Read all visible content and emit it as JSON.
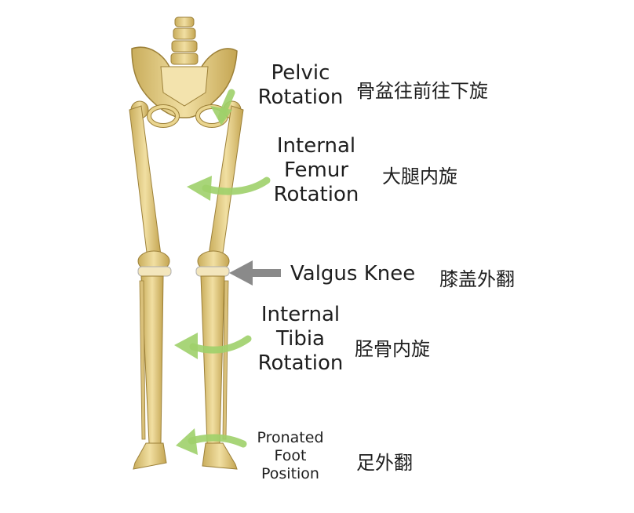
{
  "labels": {
    "pelvic": {
      "en": [
        "Pelvic",
        "Rotation"
      ],
      "zh": "骨盆往前往下旋"
    },
    "femur": {
      "en": [
        "Internal",
        "Femur",
        "Rotation"
      ],
      "zh": "大腿内旋"
    },
    "knee": {
      "en": [
        "Valgus Knee"
      ],
      "zh": "膝盖外翻"
    },
    "tibia": {
      "en": [
        "Internal",
        "Tibia",
        "Rotation"
      ],
      "zh": "胫骨内旋"
    },
    "foot": {
      "en": [
        "Pronated",
        "Foot",
        "Position"
      ],
      "zh": "足外翻"
    }
  },
  "colors": {
    "bone": "#e9d48f",
    "bone_shadow": "#b59a45",
    "arrow_green": "#9fd06a",
    "arrow_gray": "#8a8a8a",
    "text": "#1e1e1e"
  }
}
